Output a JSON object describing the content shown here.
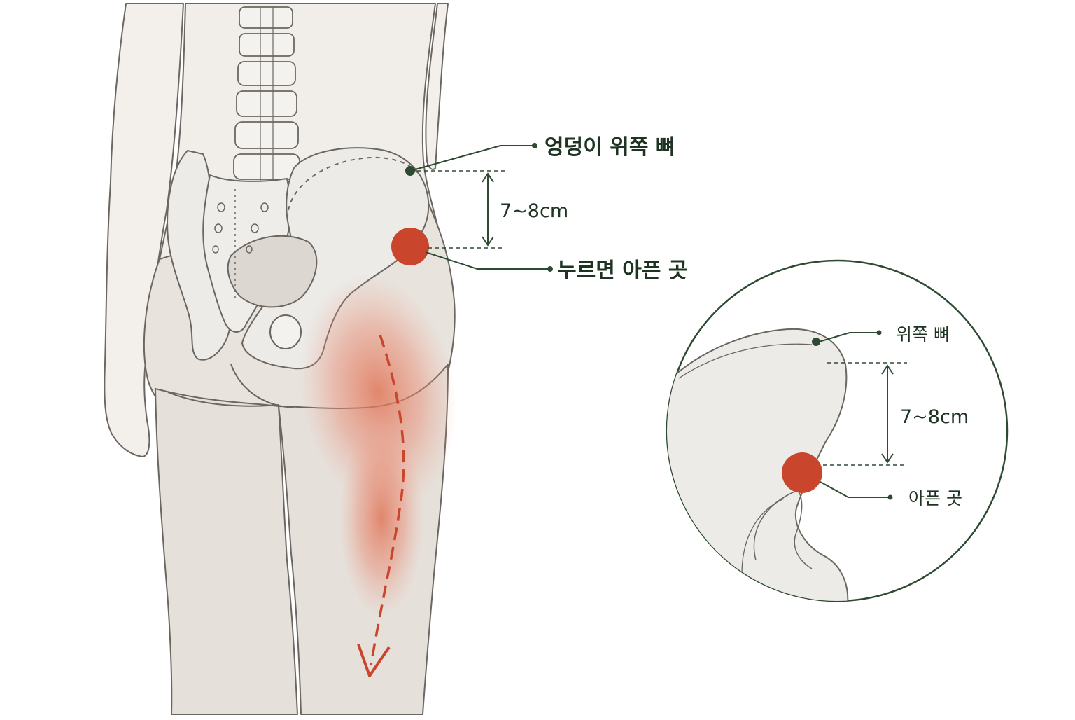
{
  "labels": {
    "top_bone": "엉덩이 위쪽 뼈",
    "distance": "7~8cm",
    "pain_point": "누르면 아픈 곳"
  },
  "inset": {
    "top_bone": "위쪽 뼈",
    "distance": "7~8cm",
    "pain_point": "아픈 곳"
  },
  "colors": {
    "skin": "#ede8e2",
    "bone": "#ece9e5",
    "outline": "#6b6660",
    "leader": "#2e4a32",
    "pain": "#c9452b",
    "radiation": "#e8876f"
  },
  "icons": {
    "pain_marker": "red-dot-icon",
    "leader_marker": "green-dot-icon",
    "radiation_arrow": "dashed-arrow-down-icon"
  }
}
